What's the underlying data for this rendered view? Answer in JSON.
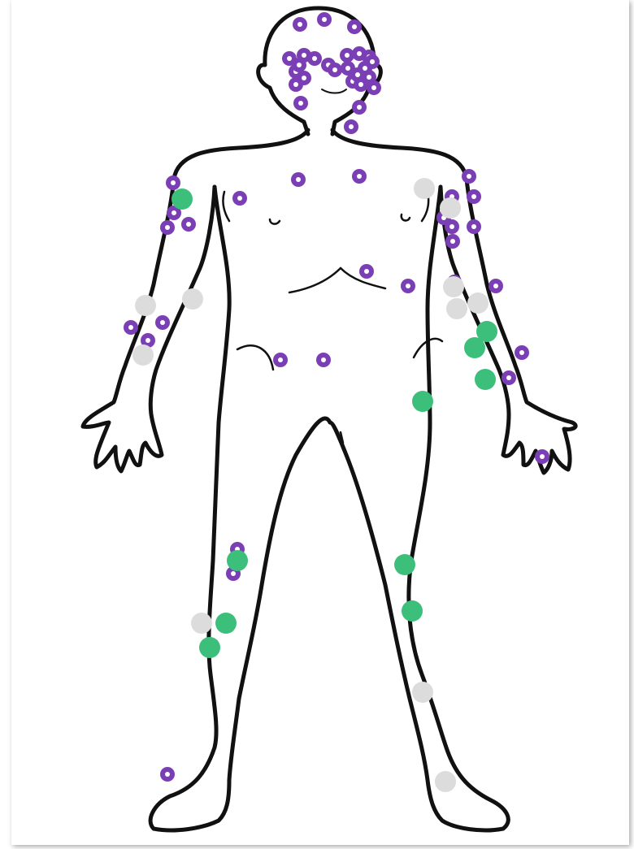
{
  "colors": {
    "background": "#ffffff",
    "outline": "#111111",
    "purple": "#7b3fb5",
    "green": "#3cbf7a",
    "gray": "#dcdcdc"
  },
  "legend_items": [],
  "markers": {
    "purple": [
      "head-top-1",
      "head-top-2",
      "head-top-3",
      "face-1",
      "face-2",
      "face-3",
      "face-4",
      "face-5",
      "face-6",
      "face-7",
      "face-8",
      "face-9",
      "face-10",
      "face-11",
      "face-12",
      "face-13",
      "face-14",
      "face-15",
      "face-16",
      "face-17",
      "face-18",
      "face-19",
      "face-20",
      "chin-1",
      "chin-2",
      "neck-1",
      "chest-1",
      "chest-2",
      "chest-3",
      "shoulder-r-1",
      "shoulder-r-2",
      "shoulder-r-3",
      "shoulder-r-4",
      "shoulder-l-1",
      "shoulder-l-2",
      "shoulder-l-3",
      "shoulder-l-4",
      "shoulder-l-5",
      "shoulder-l-6",
      "shoulder-l-7",
      "abdomen-1",
      "abdomen-2",
      "abdomen-3",
      "forearm-r-1",
      "forearm-r-2",
      "forearm-r-3",
      "forearm-l-1",
      "forearm-l-2",
      "forearm-l-3",
      "groin-1",
      "groin-2",
      "hand-l-1",
      "thigh-r-1",
      "thigh-r-2",
      "foot-r-1"
    ],
    "green": [
      "shoulder-r-g1",
      "forearm-l-g1",
      "forearm-l-g2",
      "forearm-l-g3",
      "hip-l-g1",
      "knee-r-g1",
      "knee-l-g1",
      "shin-l-g1",
      "shin-r-g1",
      "shin-r-g2"
    ],
    "gray": [
      "shoulder-l-x1",
      "arm-l-x1",
      "arm-l-x2",
      "arm-r-x1",
      "arm-r-x2",
      "arm-r-x3",
      "arm-l-x3",
      "shin-r-x1",
      "shin-l-x1",
      "foot-l-x1",
      "shoulder-l-x2"
    ]
  }
}
